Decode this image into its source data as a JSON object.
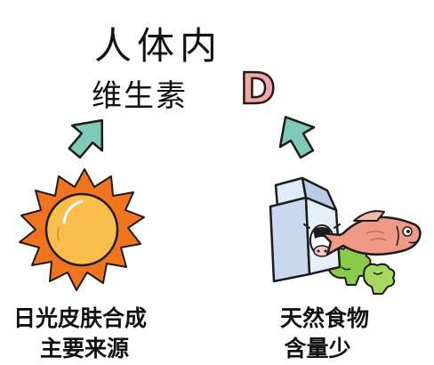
{
  "title": {
    "line1": "人体内",
    "line2": "维生素",
    "letter": "D"
  },
  "left_caption": {
    "line1": "日光皮肤合成",
    "line2": "主要来源"
  },
  "right_caption": {
    "line1": "天然食物",
    "line2": "含量少"
  },
  "colors": {
    "arrow": "#7fc9b7",
    "sun_core": "#fbbd4a",
    "sun_rays": "#f2731e",
    "d_fill": "#f3a7a3",
    "fish": "#f09a86",
    "milk_carton": "#c9d8ee",
    "broccoli": "#8ccb4a"
  },
  "icons": [
    "sun-icon",
    "milk-carton-icon",
    "fish-icon",
    "broccoli-icon",
    "arrow-up-icon"
  ]
}
